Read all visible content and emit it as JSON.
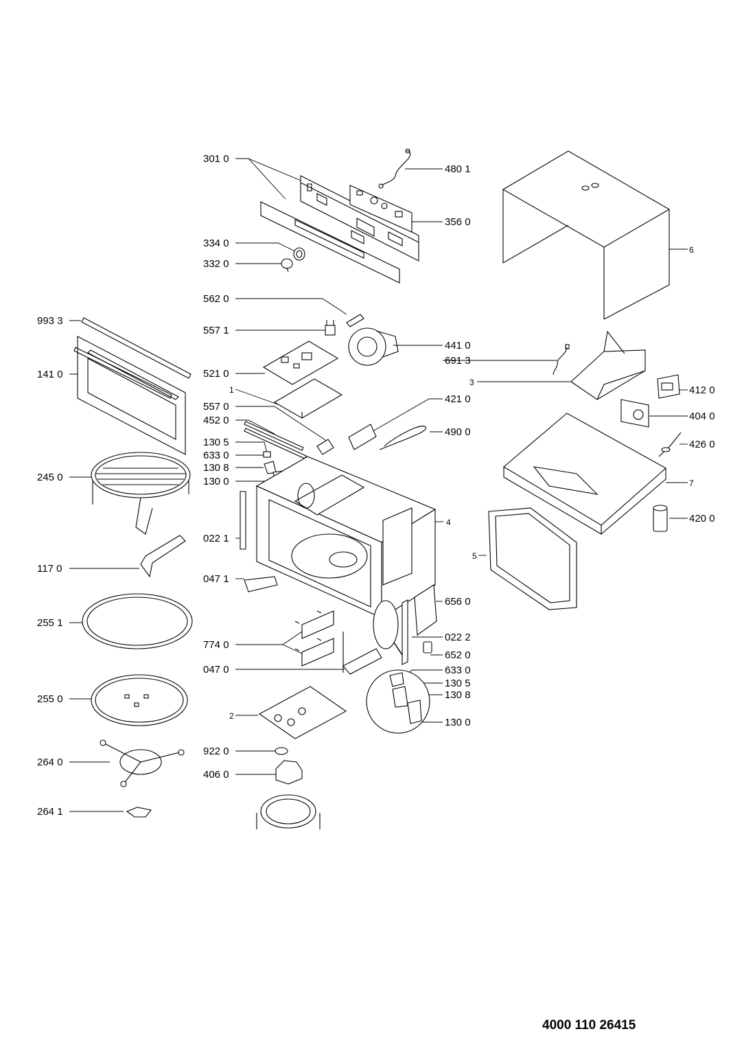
{
  "document_number": "4000 110 26415",
  "callouts": [
    {
      "id": "301-0",
      "label": "301 0"
    },
    {
      "id": "480-1",
      "label": "480 1"
    },
    {
      "id": "356-0",
      "label": "356 0"
    },
    {
      "id": "334-0",
      "label": "334 0"
    },
    {
      "id": "332-0",
      "label": "332 0"
    },
    {
      "id": "562-0",
      "label": "562 0"
    },
    {
      "id": "993-3",
      "label": "993 3"
    },
    {
      "id": "557-1",
      "label": "557 1"
    },
    {
      "id": "441-0",
      "label": "441 0"
    },
    {
      "id": "141-0",
      "label": "141 0"
    },
    {
      "id": "521-0",
      "label": "521 0"
    },
    {
      "id": "691-3",
      "label": "691 3"
    },
    {
      "id": "1",
      "label": "1"
    },
    {
      "id": "3",
      "label": "3"
    },
    {
      "id": "412-0",
      "label": "412 0"
    },
    {
      "id": "421-0",
      "label": "421 0"
    },
    {
      "id": "557-0",
      "label": "557 0"
    },
    {
      "id": "452-0",
      "label": "452 0"
    },
    {
      "id": "404-0",
      "label": "404 0"
    },
    {
      "id": "490-0",
      "label": "490 0"
    },
    {
      "id": "130-5-a",
      "label": "130 5"
    },
    {
      "id": "426-0",
      "label": "426 0"
    },
    {
      "id": "633-0-a",
      "label": "633 0"
    },
    {
      "id": "130-8-a",
      "label": "130 8"
    },
    {
      "id": "245-0",
      "label": "245 0"
    },
    {
      "id": "130-0-a",
      "label": "130 0"
    },
    {
      "id": "7",
      "label": "7"
    },
    {
      "id": "6",
      "label": "6"
    },
    {
      "id": "4",
      "label": "4"
    },
    {
      "id": "420-0",
      "label": "420 0"
    },
    {
      "id": "022-1",
      "label": "022 1"
    },
    {
      "id": "5",
      "label": "5"
    },
    {
      "id": "117-0",
      "label": "117 0"
    },
    {
      "id": "047-1",
      "label": "047 1"
    },
    {
      "id": "656-0",
      "label": "656 0"
    },
    {
      "id": "255-1",
      "label": "255 1"
    },
    {
      "id": "022-2",
      "label": "022 2"
    },
    {
      "id": "774-0",
      "label": "774 0"
    },
    {
      "id": "652-0",
      "label": "652 0"
    },
    {
      "id": "047-0",
      "label": "047 0"
    },
    {
      "id": "633-0-b",
      "label": "633 0"
    },
    {
      "id": "130-5-b",
      "label": "130 5"
    },
    {
      "id": "255-0",
      "label": "255 0"
    },
    {
      "id": "130-8-b",
      "label": "130 8"
    },
    {
      "id": "2",
      "label": "2"
    },
    {
      "id": "130-0-b",
      "label": "130 0"
    },
    {
      "id": "264-0",
      "label": "264 0"
    },
    {
      "id": "922-0",
      "label": "922 0"
    },
    {
      "id": "406-0",
      "label": "406 0"
    },
    {
      "id": "264-1",
      "label": "264 1"
    }
  ]
}
